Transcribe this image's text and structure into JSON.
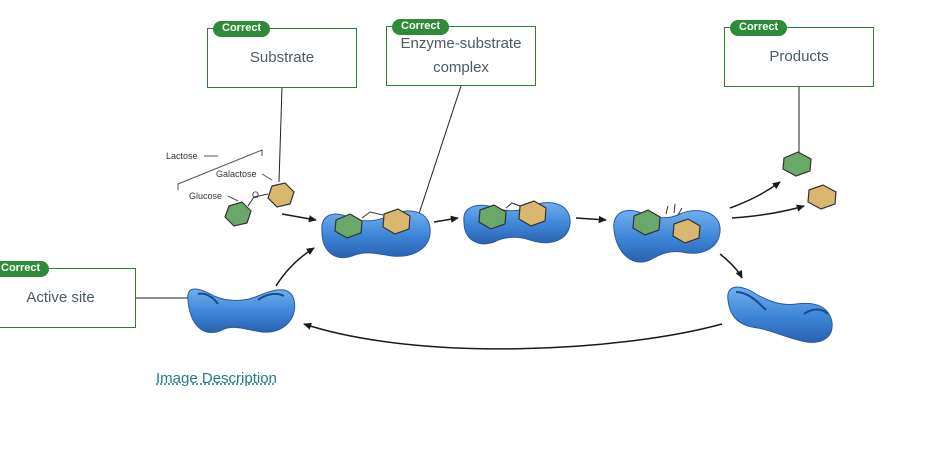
{
  "labels": {
    "substrate": "Substrate",
    "complex": "Enzyme-substrate complex",
    "products": "Products",
    "active_site": "Active site"
  },
  "badge_text": "Correct",
  "molecule_labels": {
    "lactose": "Lactose",
    "galactose": "Galactose",
    "glucose": "Glucose",
    "oxygen": "O"
  },
  "link_text": "Image Description",
  "colors": {
    "badge": "#2e8b37",
    "box_border": "#2e7d32",
    "enzyme": "#3f86d6",
    "glucose": "#6aa86a",
    "galactose": "#d9b76e",
    "link": "#1f7a8c"
  }
}
